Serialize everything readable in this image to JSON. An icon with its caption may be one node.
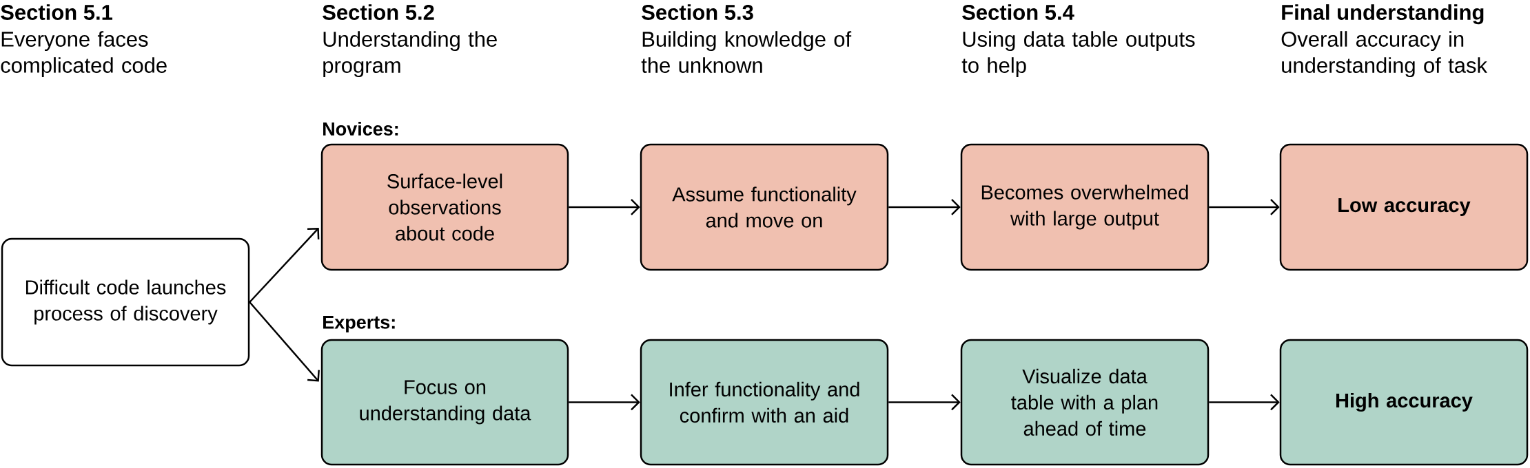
{
  "diagram": {
    "nodes": [
      {
        "text": [
          "Difficult code launches process of discovery"
        ]
      },
      {
        "text": [
          "Surface-level observations about code"
        ]
      },
      {
        "text": [
          "Assume functionality and move on"
        ]
      },
      {
        "text": [
          "Becomes overwhelmed with large output"
        ]
      },
      {
        "text": [
          "Low accuracy"
        ]
      },
      {
        "text": [
          "Focus on understanding data"
        ]
      },
      {
        "text": [
          "Infer functionality and confirm with an aid"
        ]
      },
      {
        "text": [
          "Visualize data table with a plan ahead of time"
        ]
      },
      {
        "text": [
          "High accuracy"
        ]
      }
    ],
    "edges": [
      {
        "from": 0,
        "to": 1,
        "arrow": "to"
      },
      {
        "from": 0,
        "to": 5,
        "arrow": "to"
      },
      {
        "from": 1,
        "to": 2,
        "arrow": "to"
      },
      {
        "from": 2,
        "to": 3,
        "arrow": "to"
      },
      {
        "from": 3,
        "to": 4,
        "arrow": "to"
      },
      {
        "from": 5,
        "to": 6,
        "arrow": "to"
      },
      {
        "from": 6,
        "to": 7,
        "arrow": "to"
      },
      {
        "from": 7,
        "to": 8,
        "arrow": "to"
      }
    ],
    "labels": [
      "Section 5.1",
      "Everyone faces complicated code",
      "Section 5.2",
      "Understanding the program",
      "Section 5.3",
      "Building knowledge of the unknown",
      "Section 5.4",
      "Using data table outputs to help",
      "Final understanding",
      "Overall accuracy in understanding of task",
      "Novices:",
      "Experts:"
    ]
  }
}
